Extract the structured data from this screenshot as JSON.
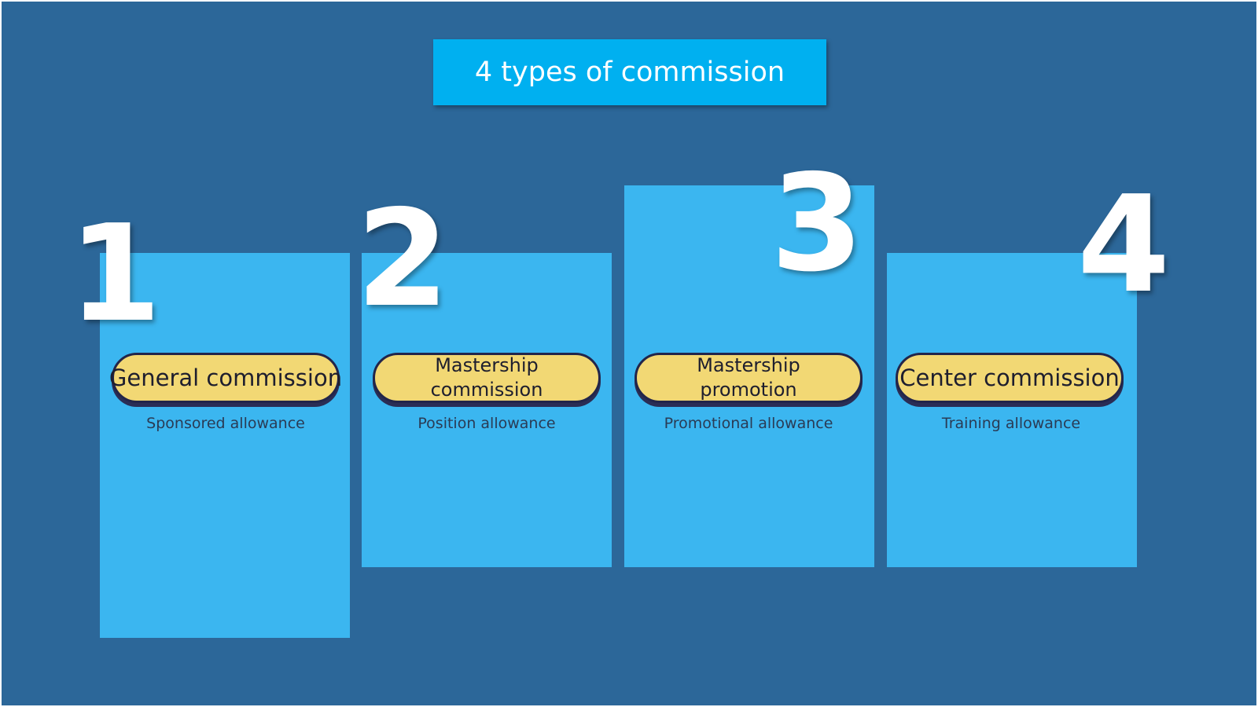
{
  "title": "4 types of commission",
  "colors": {
    "background": "#2c6799",
    "title_box": "#00b0f0",
    "card": "#3bb6f0",
    "pill": "#f2d874",
    "pill_border": "#22254a",
    "number": "#ffffff"
  },
  "items": [
    {
      "number": "1",
      "label_lines": [
        "General commission"
      ],
      "subtitle": "Sponsored allowance"
    },
    {
      "number": "2",
      "label_lines": [
        "Mastership",
        "commission"
      ],
      "subtitle": "Position allowance"
    },
    {
      "number": "3",
      "label_lines": [
        "Mastership",
        "promotion"
      ],
      "subtitle": "Promotional allowance"
    },
    {
      "number": "4",
      "label_lines": [
        "Center commission"
      ],
      "subtitle": "Training allowance"
    }
  ]
}
